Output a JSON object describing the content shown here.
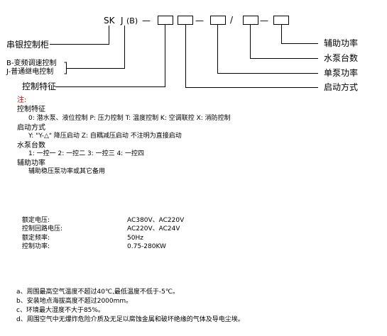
{
  "code": {
    "prefix": "SK",
    "j": "J",
    "b": "(B)",
    "dash": "—",
    "slash": "/"
  },
  "labels": {
    "left_1": "串银控制柜",
    "left_2a": "B-变频调速控制",
    "left_2b": "J-普通继电控制",
    "left_3": "控制特征",
    "right_1": "辅助功率",
    "right_2": "水泵台数",
    "right_3": "单泵功率",
    "right_4": "启动方式"
  },
  "notes": {
    "title": "注:",
    "c1_title": "控制特征",
    "c1_items": "0:  潜水泵、液位控制          P:  压力控制      T:  温度控制   K:  空调联控     X:  消防控制",
    "c2_title": "启动方式",
    "c2_items": "Y:  \"Y-△\" 降压启动     Z:  自耦减压启动      不注明为直接启动",
    "c3_title": "水泵台数",
    "c3_items": "1:  一控一   2:  一控二   3:  一控三   4:  一控四",
    "c4_title": "辅助功率",
    "c4_items": "辅助稳压泵功率或其它备用"
  },
  "specs": [
    {
      "label": "额定电压:",
      "value": "AC380V、AC220V"
    },
    {
      "label": "控制回路电压:",
      "value": "AC220V、AC24V"
    },
    {
      "label": "额定频率:",
      "value": "50Hz"
    },
    {
      "label": "控制功率:",
      "value": "0.75-280KW"
    }
  ],
  "conditions": [
    "a、周围最高空气温度不超过40℃,最低温度不低于-5℃。",
    "b、安装地点海拔高度不超过2000mm。",
    "c、环境最大湿度不大于85%。",
    "d、周围空气中无爆炸危险介质及无足以腐蚀金属和破坏绝缘的气体及导电尘埃。"
  ],
  "colors": {
    "line": "#000000",
    "note_title": "#d40000"
  }
}
